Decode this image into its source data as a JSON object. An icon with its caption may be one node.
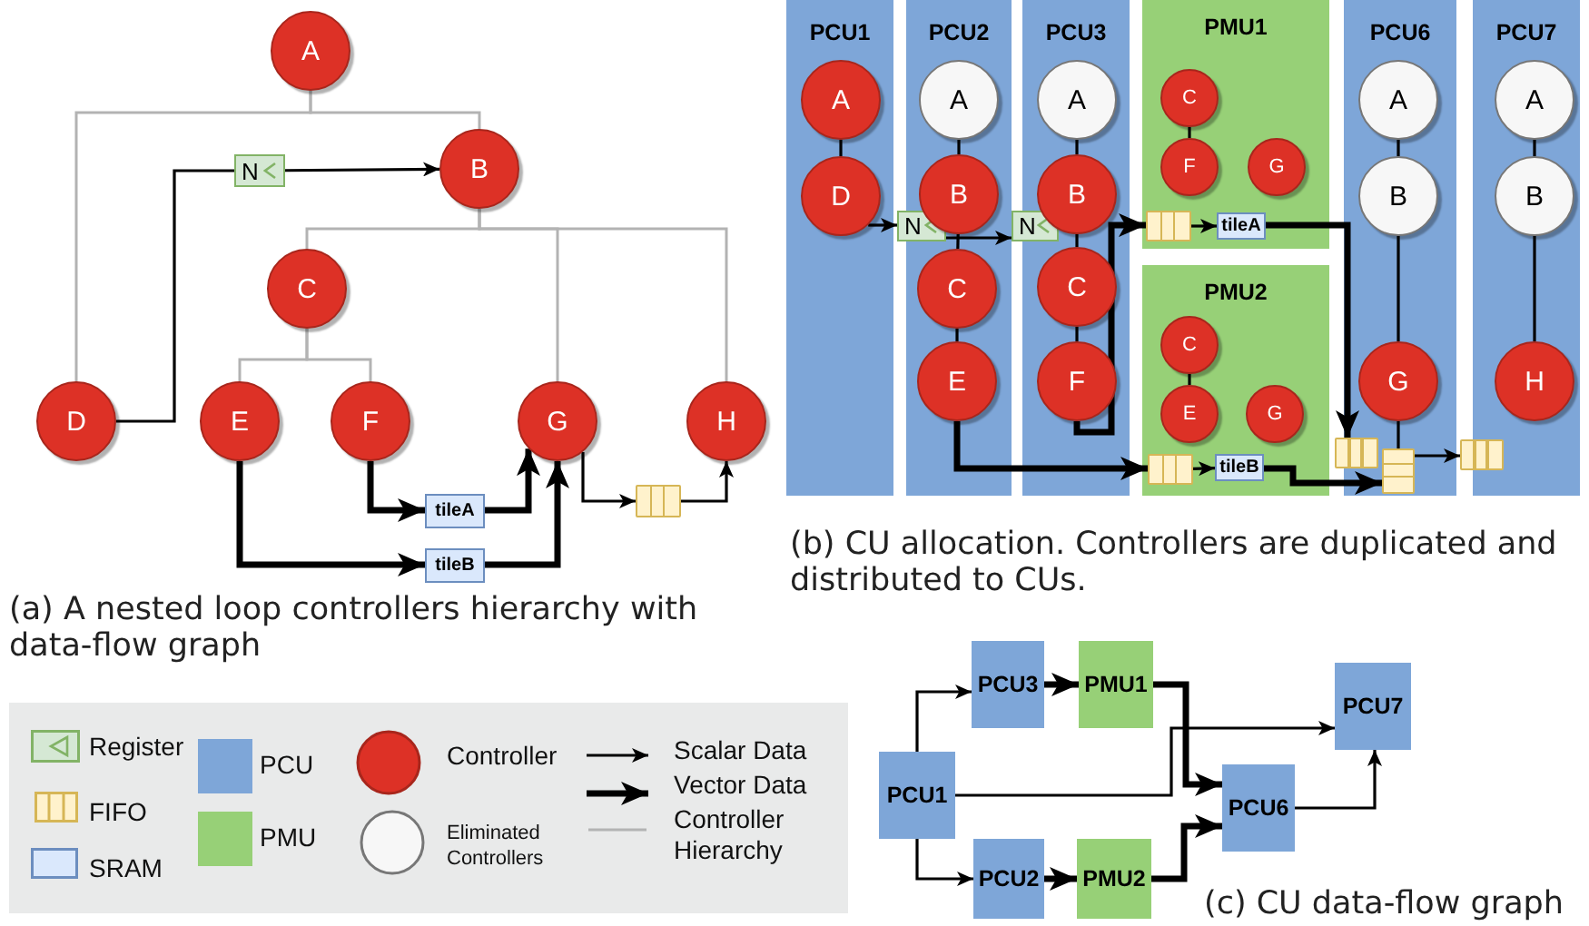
{
  "diagram": {
    "nodes": [
      {
        "text": [
          "A"
        ]
      },
      {
        "text": [
          "N"
        ]
      },
      {
        "text": [
          "B"
        ]
      },
      {
        "text": [
          "C"
        ]
      },
      {
        "text": [
          "D"
        ]
      },
      {
        "text": [
          "E"
        ]
      },
      {
        "text": [
          "F"
        ]
      },
      {
        "text": [
          "G"
        ]
      },
      {
        "text": [
          "H"
        ]
      },
      {
        "text": [
          "tileA"
        ]
      },
      {
        "text": [
          "tileB"
        ]
      },
      {
        "text": [],
        "shape": "box"
      },
      {
        "text": [
          "PCU1"
        ]
      },
      {
        "text": [
          "A"
        ],
        "in": 12
      },
      {
        "text": [
          "D"
        ],
        "in": 12
      },
      {
        "text": [
          "N"
        ]
      },
      {
        "text": [
          "PCU2"
        ]
      },
      {
        "text": [
          "A"
        ],
        "in": 16
      },
      {
        "text": [
          "B"
        ],
        "in": 16
      },
      {
        "text": [
          "C"
        ],
        "in": 16
      },
      {
        "text": [
          "E"
        ],
        "in": 16
      },
      {
        "text": [
          "N"
        ]
      },
      {
        "text": [
          "PCU3"
        ]
      },
      {
        "text": [
          "A"
        ],
        "in": 22
      },
      {
        "text": [
          "B"
        ],
        "in": 22
      },
      {
        "text": [
          "C"
        ],
        "in": 22
      },
      {
        "text": [
          "F"
        ],
        "in": 22
      },
      {
        "text": [
          "PMU1"
        ]
      },
      {
        "text": [
          "C"
        ],
        "in": 27
      },
      {
        "text": [
          "F"
        ],
        "in": 27
      },
      {
        "text": [
          "G"
        ],
        "in": 27
      },
      {
        "text": [],
        "shape": "box",
        "in": 27
      },
      {
        "text": [
          "tileA"
        ],
        "in": 27
      },
      {
        "text": [
          "PMU2"
        ]
      },
      {
        "text": [
          "C"
        ],
        "in": 33
      },
      {
        "text": [
          "E"
        ],
        "in": 33
      },
      {
        "text": [
          "G"
        ],
        "in": 33
      },
      {
        "text": [],
        "shape": "box",
        "in": 33
      },
      {
        "text": [
          "tileB"
        ],
        "in": 33
      },
      {
        "text": [],
        "shape": "box"
      },
      {
        "text": [
          "PCU6"
        ]
      },
      {
        "text": [
          "A"
        ],
        "in": 40
      },
      {
        "text": [
          "B"
        ],
        "in": 40
      },
      {
        "text": [
          "G"
        ],
        "in": 40
      },
      {
        "text": [],
        "shape": "box",
        "in": 40
      },
      {
        "text": [
          "PCU7"
        ]
      },
      {
        "text": [
          "A"
        ],
        "in": 45
      },
      {
        "text": [
          "B"
        ],
        "in": 45
      },
      {
        "text": [
          "H"
        ],
        "in": 45
      },
      {
        "text": [],
        "shape": "box"
      },
      {
        "text": [
          "PCU3"
        ]
      },
      {
        "text": [
          "PMU1"
        ]
      },
      {
        "text": [
          "PCU7"
        ]
      },
      {
        "text": [
          "PCU1"
        ]
      },
      {
        "text": [
          "PCU6"
        ]
      },
      {
        "text": [
          "PCU2"
        ]
      },
      {
        "text": [
          "PMU2"
        ]
      }
    ],
    "edges": [
      {
        "from": 0,
        "to": 4,
        "arrow": "none",
        "color": "#b3b3b3"
      },
      {
        "from": 0,
        "to": 2,
        "arrow": "none",
        "color": "#b3b3b3"
      },
      {
        "from": 2,
        "to": 3,
        "arrow": "none",
        "color": "#b3b3b3"
      },
      {
        "from": 2,
        "to": 7,
        "arrow": "none",
        "color": "#b3b3b3"
      },
      {
        "from": 2,
        "to": 8,
        "arrow": "none",
        "color": "#b3b3b3"
      },
      {
        "from": 3,
        "to": 5,
        "arrow": "none",
        "color": "#b3b3b3"
      },
      {
        "from": 3,
        "to": 6,
        "arrow": "none",
        "color": "#b3b3b3"
      },
      {
        "from": 4,
        "to": 1,
        "arrow": "none"
      },
      {
        "from": 1,
        "to": 2,
        "arrow": "to"
      },
      {
        "from": 6,
        "to": 9,
        "arrow": "to",
        "style": "thick"
      },
      {
        "from": 9,
        "to": 7,
        "arrow": "to",
        "style": "thick"
      },
      {
        "from": 5,
        "to": 10,
        "arrow": "to",
        "style": "thick"
      },
      {
        "from": 10,
        "to": 7,
        "arrow": "to",
        "style": "thick"
      },
      {
        "from": 7,
        "to": 11,
        "arrow": "to"
      },
      {
        "from": 11,
        "to": 8,
        "arrow": "to"
      },
      {
        "from": 13,
        "to": 14,
        "arrow": "none"
      },
      {
        "from": 17,
        "to": 18,
        "arrow": "none"
      },
      {
        "from": 18,
        "to": 19,
        "arrow": "none"
      },
      {
        "from": 19,
        "to": 20,
        "arrow": "none"
      },
      {
        "from": 23,
        "to": 24,
        "arrow": "none"
      },
      {
        "from": 24,
        "to": 25,
        "arrow": "none"
      },
      {
        "from": 25,
        "to": 26,
        "arrow": "none"
      },
      {
        "from": 28,
        "to": 29,
        "arrow": "none"
      },
      {
        "from": 34,
        "to": 35,
        "arrow": "none"
      },
      {
        "from": 41,
        "to": 42,
        "arrow": "none"
      },
      {
        "from": 42,
        "to": 43,
        "arrow": "none"
      },
      {
        "from": 46,
        "to": 47,
        "arrow": "none"
      },
      {
        "from": 47,
        "to": 48,
        "arrow": "none"
      },
      {
        "from": 14,
        "to": 15,
        "arrow": "to"
      },
      {
        "from": 15,
        "to": 21,
        "arrow": "to"
      },
      {
        "from": 26,
        "to": 31,
        "arrow": "to",
        "style": "thick"
      },
      {
        "from": 31,
        "to": 32,
        "arrow": "to"
      },
      {
        "from": 32,
        "to": 39,
        "arrow": "to",
        "style": "thick"
      },
      {
        "from": 20,
        "to": 37,
        "arrow": "to",
        "style": "thick"
      },
      {
        "from": 37,
        "to": 38,
        "arrow": "to"
      },
      {
        "from": 38,
        "to": 44,
        "arrow": "to",
        "style": "thick"
      },
      {
        "from": 43,
        "to": 44,
        "arrow": "none"
      },
      {
        "from": 44,
        "to": 49,
        "arrow": "to"
      },
      {
        "from": 53,
        "to": 50,
        "arrow": "to"
      },
      {
        "from": 53,
        "to": 55,
        "arrow": "to"
      },
      {
        "from": 53,
        "to": 52,
        "arrow": "to"
      },
      {
        "from": 50,
        "to": 51,
        "arrow": "to",
        "style": "thick"
      },
      {
        "from": 55,
        "to": 56,
        "arrow": "to",
        "style": "thick"
      },
      {
        "from": 51,
        "to": 54,
        "arrow": "to",
        "style": "thick"
      },
      {
        "from": 56,
        "to": 54,
        "arrow": "to",
        "style": "thick"
      },
      {
        "from": 54,
        "to": 52,
        "arrow": "to"
      }
    ],
    "labels": [
      "(a) A nested loop controllers hierarchy with data-flow graph",
      "(b) CU allocation. Controllers are duplicated and distributed to CUs.",
      "(c) CU data-flow graph"
    ],
    "legend": [
      {
        "text": "Register"
      },
      {
        "text": "FIFO"
      },
      {
        "text": "SRAM"
      },
      {
        "text": "PCU",
        "color": "#7ea6d8"
      },
      {
        "text": "PMU",
        "color": "#97d077"
      },
      {
        "text": "Controller"
      },
      {
        "text": "Eliminated Controllers"
      },
      {
        "text": "Scalar Data"
      },
      {
        "text": "Vector Data"
      },
      {
        "text": "Controller Hierarchy"
      }
    ]
  }
}
